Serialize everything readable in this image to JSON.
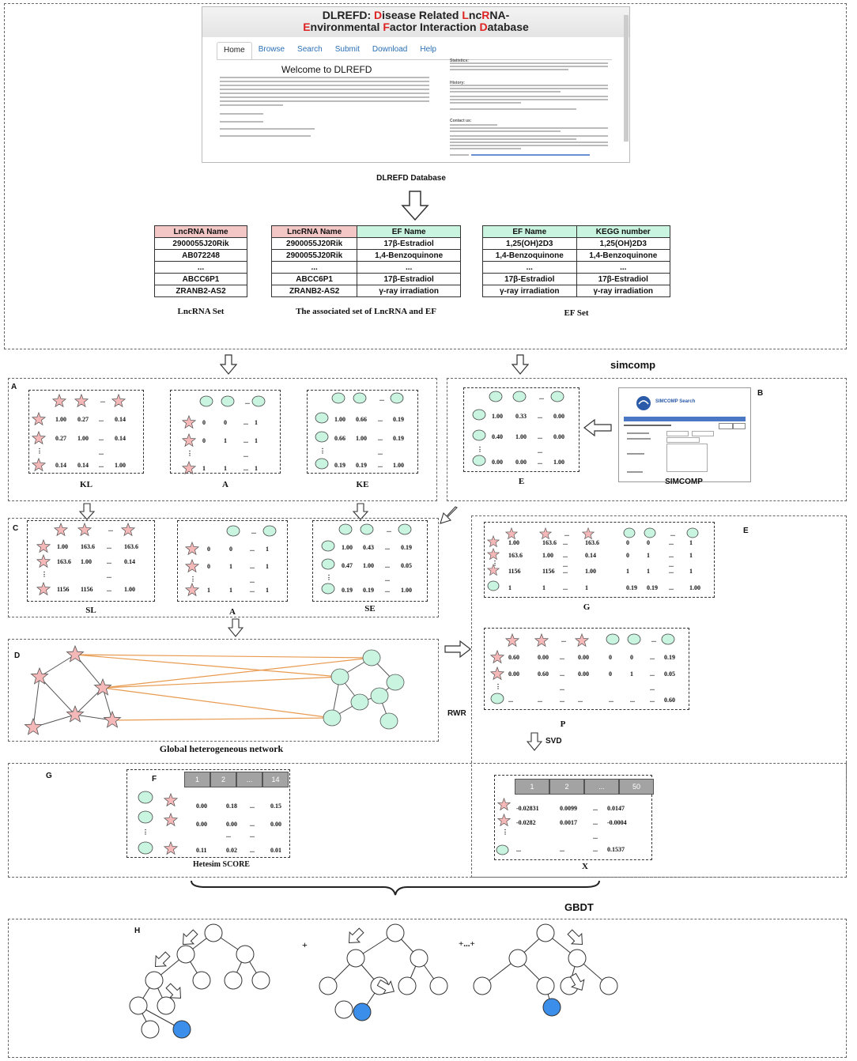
{
  "website": {
    "title_parts": [
      {
        "t": "DLREFD: ",
        "r": false
      },
      {
        "t": "D",
        "r": true
      },
      {
        "t": "isease Related ",
        "r": false
      },
      {
        "t": "L",
        "r": true
      },
      {
        "t": "nc",
        "r": false
      },
      {
        "t": "R",
        "r": true
      },
      {
        "t": "NA-",
        "r": false
      }
    ],
    "title_parts2": [
      {
        "t": "E",
        "r": true
      },
      {
        "t": "nvironmental ",
        "r": false
      },
      {
        "t": "F",
        "r": true
      },
      {
        "t": "actor Interaction ",
        "r": false
      },
      {
        "t": "D",
        "r": true
      },
      {
        "t": "atabase",
        "r": false
      }
    ],
    "nav": [
      "Home",
      "Browse",
      "Search",
      "Submit",
      "Download",
      "Help"
    ],
    "welcome": "Welcome to DLREFD",
    "sidebar_heads": [
      "Statistics:",
      "History:",
      "Contact us:"
    ]
  },
  "labels": {
    "database": "DLREFD Database",
    "lncrna_set": "LncRNA Set",
    "assoc_set": "The associated set of LncRNA and EF",
    "ef_set": "EF Set",
    "simcomp": "simcomp",
    "simcomp_cap": "SIMCOMP",
    "simcomp_search": "SIMCOMP Search",
    "global": "Global heterogeneous network",
    "hetesim": "Hetesim SCORE",
    "rwr": "RWR",
    "svd": "SVD",
    "gbdt": "GBDT",
    "plus1": "+",
    "plus2": "+...+",
    "KL": "KL",
    "A1": "A",
    "KE": "KE",
    "E1": "E",
    "SL": "SL",
    "A2": "A",
    "SE": "SE",
    "G": "G",
    "P": "P",
    "X": "X"
  },
  "panel_letters": {
    "A": "A",
    "B": "B",
    "C": "C",
    "D": "D",
    "E": "E",
    "F": "F",
    "G": "G",
    "H": "H"
  },
  "lncrna_table": {
    "header": "LncRNA Name",
    "rows": [
      "2900055J20Rik",
      "AB072248",
      "...",
      "ABCC6P1",
      "ZRANB2-AS2"
    ]
  },
  "assoc_table": {
    "headers": [
      "LncRNA Name",
      "EF Name"
    ],
    "rows": [
      [
        "2900055J20Rik",
        "17β-Estradiol"
      ],
      [
        "2900055J20Rik",
        "1,4-Benzoquinone"
      ],
      [
        "...",
        "..."
      ],
      [
        "ABCC6P1",
        "17β-Estradiol"
      ],
      [
        "ZRANB2-AS2",
        "γ-ray irradiation"
      ]
    ]
  },
  "ef_table": {
    "headers": [
      "EF Name",
      "KEGG number"
    ],
    "rows": [
      [
        "1,25(OH)2D3",
        "1,25(OH)2D3"
      ],
      [
        "1,4-Benzoquinone",
        "1,4-Benzoquinone"
      ],
      [
        "...",
        "..."
      ],
      [
        "17β-Estradiol",
        "17β-Estradiol"
      ],
      [
        "γ-ray irradiation",
        "γ-ray irradiation"
      ]
    ]
  },
  "matrices": {
    "KL": [
      [
        "1.00",
        "0.27",
        "...",
        "0.14"
      ],
      [
        "0.27",
        "1.00",
        "...",
        "0.14"
      ],
      [
        "",
        "",
        "...",
        ""
      ],
      [
        "0.14",
        "0.14",
        "...",
        "1.00"
      ]
    ],
    "A1": [
      [
        "0",
        "0",
        "...",
        "1"
      ],
      [
        "0",
        "1",
        "...",
        "1"
      ],
      [
        "",
        "",
        "...",
        ""
      ],
      [
        "1",
        "1",
        "...",
        "1"
      ]
    ],
    "KE": [
      [
        "1.00",
        "0.66",
        "...",
        "0.19"
      ],
      [
        "0.66",
        "1.00",
        "...",
        "0.19"
      ],
      [
        "",
        "",
        "...",
        ""
      ],
      [
        "0.19",
        "0.19",
        "...",
        "1.00"
      ]
    ],
    "E": [
      [
        "1.00",
        "0.33",
        "...",
        "0.00"
      ],
      [
        "0.40",
        "1.00",
        "...",
        "0.00"
      ],
      [
        "",
        "",
        "...",
        ""
      ],
      [
        "0.00",
        "0.00",
        "...",
        "1.00"
      ]
    ],
    "SL": [
      [
        "1.00",
        "163.6",
        "...",
        "163.6"
      ],
      [
        "163.6",
        "1.00",
        "...",
        "0.14"
      ],
      [
        "",
        "",
        "...",
        ""
      ],
      [
        "1156",
        "1156",
        "...",
        "1.00"
      ]
    ],
    "A2": [
      [
        "0",
        "0",
        "...",
        "1"
      ],
      [
        "0",
        "1",
        "...",
        "1"
      ],
      [
        "",
        "",
        "...",
        ""
      ],
      [
        "1",
        "1",
        "...",
        "1"
      ]
    ],
    "SE": [
      [
        "1.00",
        "0.43",
        "...",
        "0.19"
      ],
      [
        "0.47",
        "1.00",
        "...",
        "0.05"
      ],
      [
        "",
        "",
        "...",
        ""
      ],
      [
        "0.19",
        "0.19",
        "...",
        "1.00"
      ]
    ],
    "G": [
      [
        "1.00",
        "163.6",
        "...",
        "163.6",
        "0",
        "0",
        "...",
        "1"
      ],
      [
        "163.6",
        "1.00",
        "...",
        "0.14",
        "0",
        "1",
        "...",
        "1"
      ],
      [
        "",
        "",
        "...",
        "",
        "",
        "",
        "...",
        ""
      ],
      [
        "1156",
        "1156",
        "...",
        "1.00",
        "1",
        "1",
        "...",
        "1"
      ],
      [
        "1",
        "1",
        "...",
        "1",
        "0.19",
        "0.19",
        "...",
        "1.00"
      ]
    ],
    "P": [
      [
        "0.60",
        "0.00",
        "...",
        "0.00",
        "0",
        "0",
        "...",
        "0.19"
      ],
      [
        "0.00",
        "0.60",
        "...",
        "0.00",
        "0",
        "1",
        "...",
        "0.05"
      ],
      [
        "",
        "",
        "...",
        "",
        "",
        "",
        "...",
        ""
      ],
      [
        "...",
        "...",
        "...",
        "...",
        "...",
        "...",
        "...",
        "0.60"
      ]
    ],
    "F_header": [
      "1",
      "2",
      "...",
      "14"
    ],
    "F": [
      [
        "0.00",
        "0.18",
        "...",
        "0.15"
      ],
      [
        "0.00",
        "0.00",
        "...",
        "0.00"
      ],
      [
        "",
        "...",
        "...",
        ""
      ],
      [
        "0.11",
        "0.02",
        "...",
        "0.01"
      ]
    ],
    "X_header": [
      "1",
      "2",
      "...",
      "50"
    ],
    "X": [
      [
        "-0.02831",
        "0.0099",
        "...",
        "0.0147"
      ],
      [
        "-0.0282",
        "0.0017",
        "...",
        "-0.0004"
      ],
      [
        "",
        "",
        "...",
        ""
      ],
      [
        "...",
        "...",
        "...",
        "0.1537"
      ]
    ]
  },
  "colors": {
    "pink": "#f4b8b8",
    "green": "#c8f4e0",
    "blue": "#3b8eea",
    "orange": "#e89a50"
  }
}
